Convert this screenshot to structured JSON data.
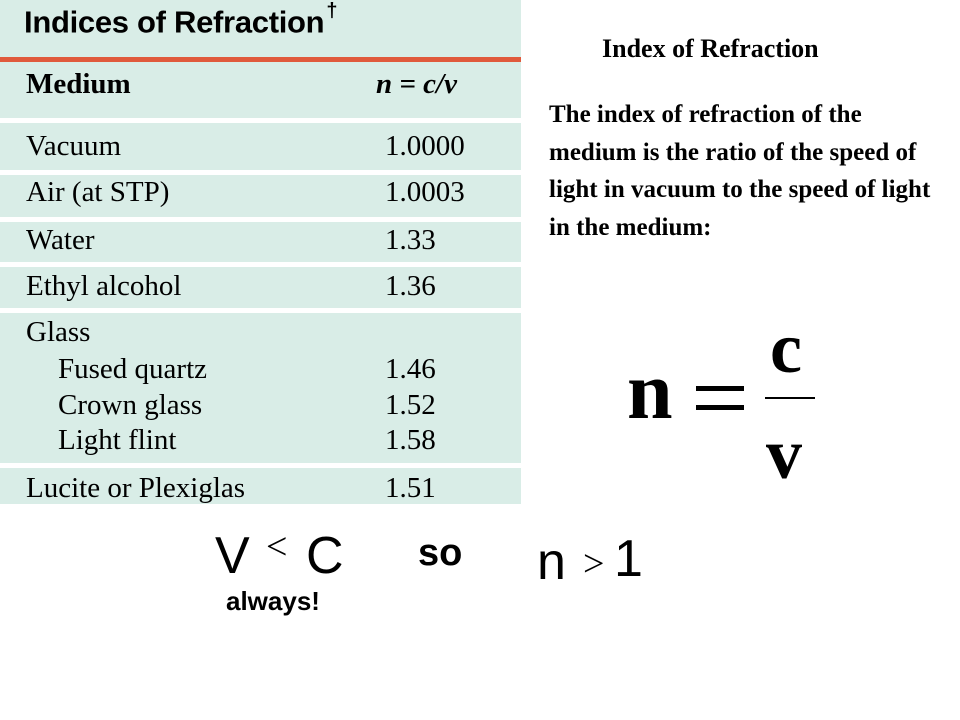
{
  "table": {
    "title": "Indices of Refraction",
    "title_mark": "†",
    "header_medium": "Medium",
    "header_n": "n = c/v",
    "rows": [
      {
        "name": "Vacuum",
        "value": "1.0000"
      },
      {
        "name": "Air (at STP)",
        "value": "1.0003"
      },
      {
        "name": "Water",
        "value": "1.33"
      },
      {
        "name": "Ethyl alcohol",
        "value": "1.36"
      },
      {
        "name": "Glass",
        "value": ""
      },
      {
        "name": "Fused quartz",
        "value": "1.46"
      },
      {
        "name": "Crown glass",
        "value": "1.52"
      },
      {
        "name": "Light flint",
        "value": "1.58"
      },
      {
        "name": "Lucite or Plexiglas",
        "value": "1.51"
      }
    ],
    "colors": {
      "panel": "#d9ede7",
      "accent_rule": "#e05a3c",
      "separator": "#ffffff"
    }
  },
  "explanation": {
    "heading": "Index of Refraction",
    "paragraph": "The index of refraction of the medium is the ratio of the speed of light in vacuum to the speed of light in the medium:"
  },
  "formula": {
    "lhs": "n",
    "numerator": "c",
    "denominator": "v"
  },
  "relations": {
    "left_a": "V",
    "left_b": "C",
    "connector": "so",
    "right_a": "n",
    "right_b": "1",
    "comparison_symbol": "<",
    "comparison_symbol_2": ">",
    "note": "always!"
  }
}
